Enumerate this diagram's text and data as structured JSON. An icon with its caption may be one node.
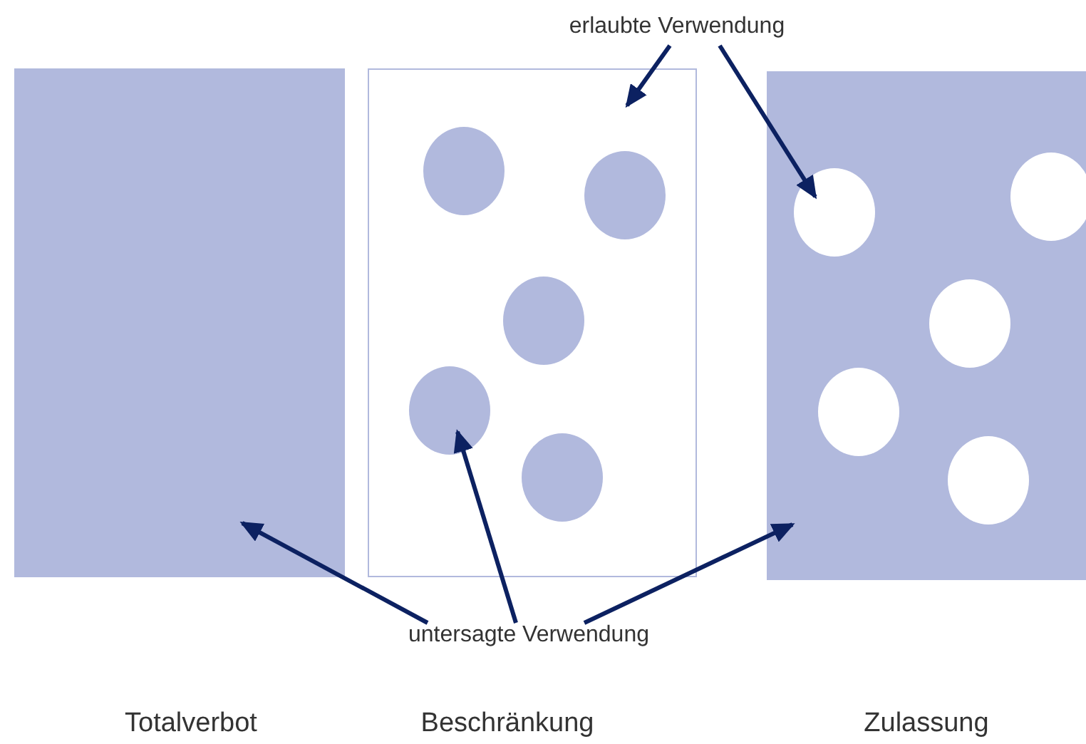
{
  "diagram": {
    "nodes": [
      {
        "text": [
          "erlaubte Verwendung"
        ]
      },
      {
        "text": [
          "untersagte Verwendung"
        ]
      },
      {
        "text": [],
        "shape": "box"
      },
      {
        "text": [],
        "shape": "box"
      },
      {
        "text": [],
        "shape": "circle",
        "in": 3
      },
      {
        "text": [],
        "shape": "circle",
        "in": 3
      },
      {
        "text": [],
        "shape": "circle",
        "in": 3
      },
      {
        "text": [],
        "shape": "circle",
        "in": 3
      },
      {
        "text": [],
        "shape": "circle",
        "in": 3
      },
      {
        "text": [],
        "shape": "box"
      },
      {
        "text": [],
        "shape": "circle",
        "in": 9
      },
      {
        "text": [],
        "shape": "circle",
        "in": 9
      },
      {
        "text": [],
        "shape": "circle",
        "in": 9
      },
      {
        "text": [],
        "shape": "circle",
        "in": 9
      },
      {
        "text": [],
        "shape": "circle",
        "in": 9
      }
    ],
    "edges": [
      {
        "from": 0,
        "to": 3,
        "arrow": "to"
      },
      {
        "from": 0,
        "to": 10,
        "arrow": "to"
      },
      {
        "from": 1,
        "to": 2,
        "arrow": "to"
      },
      {
        "from": 1,
        "to": 7,
        "arrow": "to"
      },
      {
        "from": 1,
        "to": 9,
        "arrow": "to"
      }
    ],
    "labels": [
      "Totalverbot",
      "Beschränkung",
      "Zulassung"
    ]
  }
}
